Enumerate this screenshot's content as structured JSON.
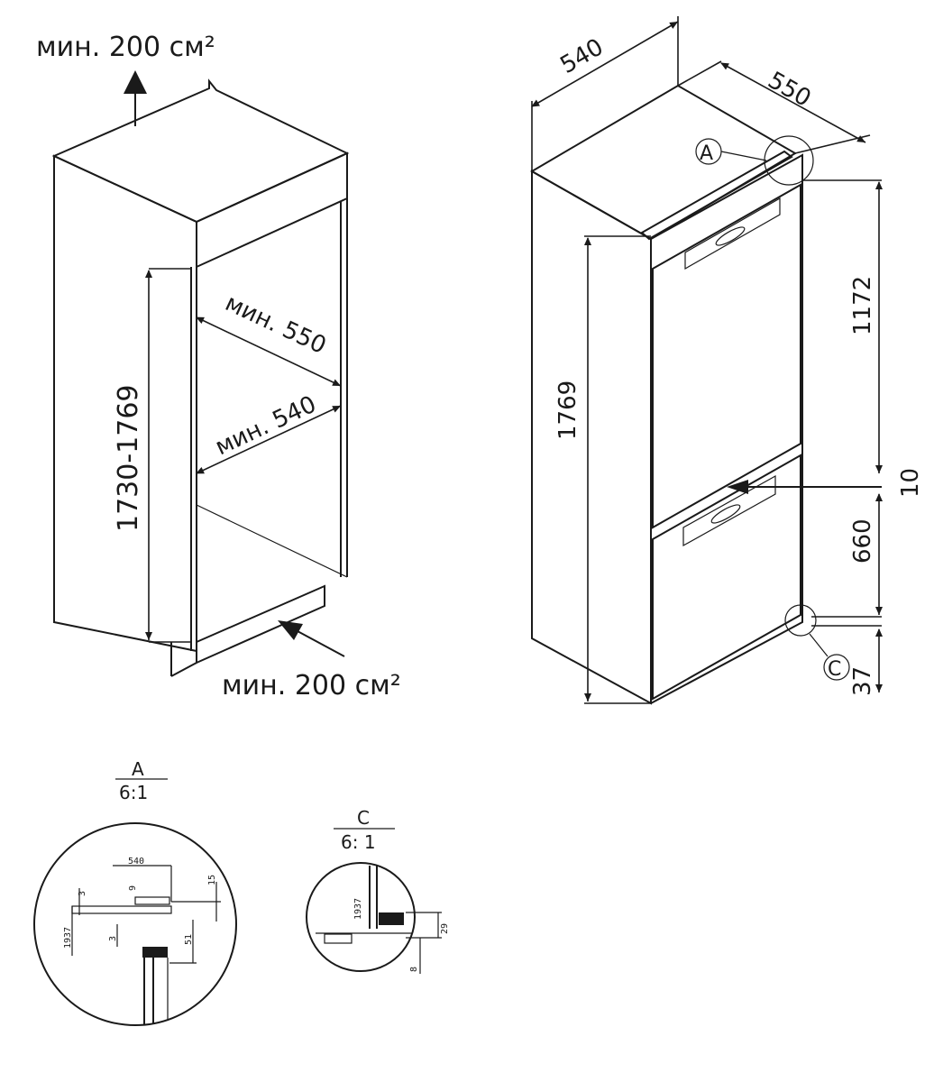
{
  "cabinet": {
    "vent_top": "мин. 200 см²",
    "vent_bottom": "мин. 200 см²",
    "height_range": "1730-1769",
    "min_depth": "мин. 550",
    "min_width": "мин. 540"
  },
  "appliance": {
    "width": "540",
    "depth": "550",
    "height": "1769",
    "upper_door": "1172",
    "gap": "10",
    "lower_door": "660",
    "plinth": "37",
    "callout_a": "A",
    "callout_c": "C"
  },
  "detail_a": {
    "title": "A",
    "scale": "6:1",
    "dim_540": "540",
    "dim_15": "15",
    "dim_9": "9",
    "dim_3a": "3",
    "dim_1937": "1937",
    "dim_3b": "3",
    "dim_51": "51"
  },
  "detail_c": {
    "title": "C",
    "scale": "6: 1",
    "dim_1937": "1937",
    "dim_29": "29",
    "dim_8": "8"
  }
}
